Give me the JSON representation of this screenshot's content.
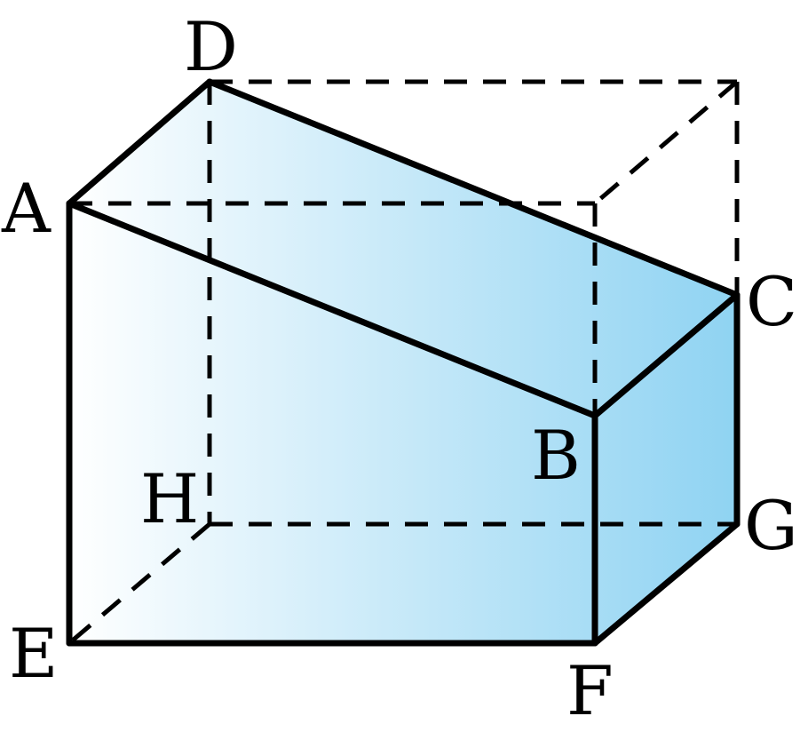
{
  "figure": {
    "fill_gradient": {
      "start_color": "#ffffff",
      "end_color": "#8fd3f2"
    },
    "edge_color": "#000000",
    "vertices": {
      "A": "A",
      "B": "B",
      "C": "C",
      "D": "D",
      "E": "E",
      "F": "F",
      "G": "G",
      "H": "H"
    }
  }
}
